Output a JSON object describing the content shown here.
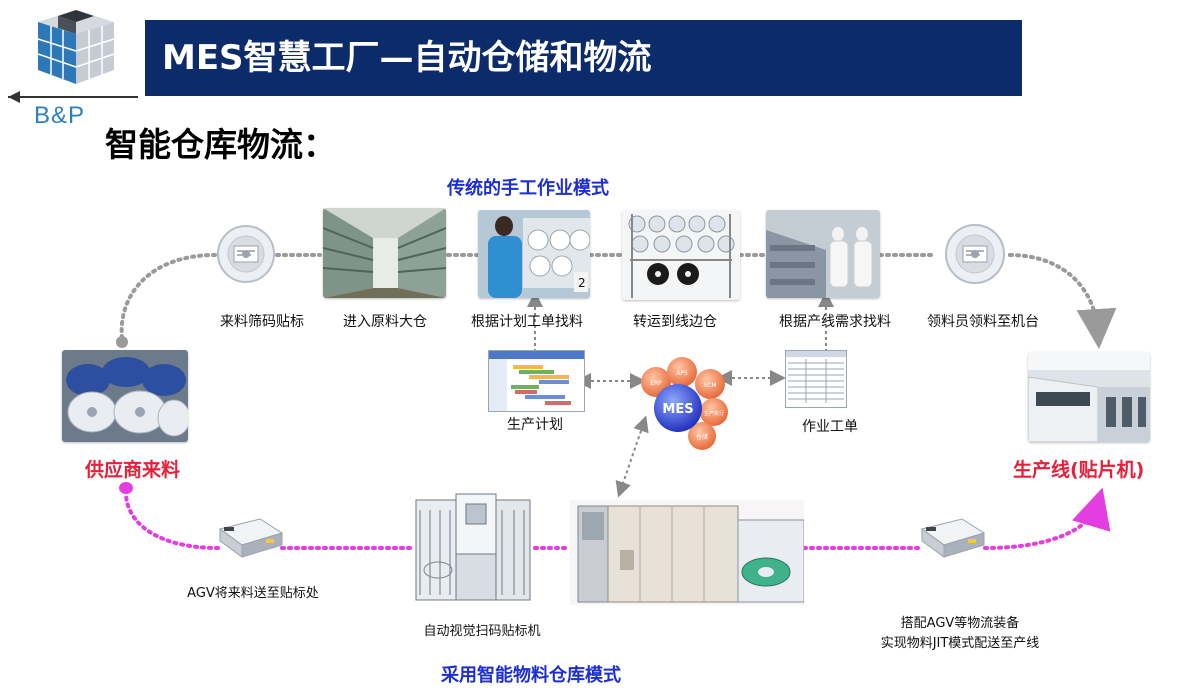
{
  "header": {
    "logo_text": "B&P",
    "title": "MES智慧工厂—自动仓储和物流",
    "subtitle": "智能仓库物流："
  },
  "diagram": {
    "traditional_mode": "传统的手工作业模式",
    "smart_mode": "采用智能物料仓库模式",
    "supplier_label": "供应商来料",
    "production_label": "生产线(贴片机)",
    "top_steps": [
      {
        "label": "来料筛码贴标"
      },
      {
        "label": "进入原料大仓"
      },
      {
        "label": "根据计划工单找料"
      },
      {
        "label": "转运到线边仓"
      },
      {
        "label": "根据产线需求找料"
      },
      {
        "label": "领料员领料至机台"
      }
    ],
    "plan_label": "生产计划",
    "workorder_label": "作业工单",
    "mes_hub": {
      "center": "MES",
      "nodes": [
        "ERP",
        "APS",
        "SCM",
        "生产执行",
        "仓储"
      ]
    },
    "bottom_steps": {
      "agv_left": "AGV将来料送至贴标处",
      "vision_machine": "自动视觉扫码贴标机",
      "agv_right_line1": "搭配AGV等物流装备",
      "agv_right_line2": "实现物料JIT模式配送至产线"
    }
  },
  "colors": {
    "title_bar": "#0c2b6a",
    "mode_text": "#1d2fd0",
    "end_label": "#e6203a",
    "gray_path": "#9a9a9a",
    "magenta_path": "#e43de0"
  }
}
